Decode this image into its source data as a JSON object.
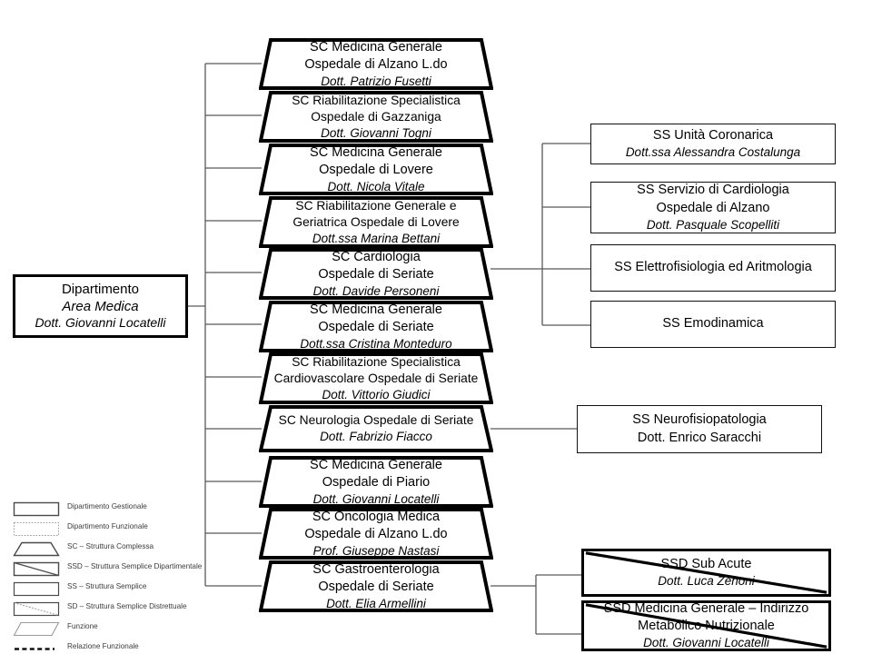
{
  "chart_title": "Dipartimento Area Medica - Organigramma",
  "colors": {
    "line": "#595959",
    "box_stroke": "#000000",
    "ss_stroke": "#111111",
    "legend_text": "#3b3b3b",
    "background": "#ffffff"
  },
  "root": {
    "line1": "Dipartimento",
    "line2": "Area Medica",
    "line3": "Dott. Giovanni Locatelli"
  },
  "sc_units": [
    {
      "id": "sc-medicina-generale-alzano",
      "line1": "SC Medicina Generale",
      "line2": "Ospedale di Alzano L.do",
      "line3": "Dott. Patrizio Fusetti"
    },
    {
      "id": "sc-riabilitazione-specialistica-gazzaniga",
      "line1": "SC Riabilitazione Specialistica",
      "line2": "Ospedale di Gazzaniga",
      "line3": "Dott. Giovanni Togni"
    },
    {
      "id": "sc-medicina-generale-lovere",
      "line1": "SC Medicina Generale",
      "line2": "Ospedale di Lovere",
      "line3": "Dott. Nicola Vitale"
    },
    {
      "id": "sc-riabilitazione-generale-geriatrica-lovere",
      "line1": "SC Riabilitazione Generale e",
      "line2": "Geriatrica Ospedale di Lovere",
      "line3": "Dott.ssa Marina Bettani"
    },
    {
      "id": "sc-cardiologia-seriate",
      "line1": "SC Cardiologia",
      "line2": "Ospedale di Seriate",
      "line3": "Dott. Davide Personeni"
    },
    {
      "id": "sc-medicina-generale-seriate",
      "line1": "SC Medicina Generale",
      "line2": "Ospedale di Seriate",
      "line3": "Dott.ssa Cristina Monteduro"
    },
    {
      "id": "sc-riabilitazione-specialistica-cardiovascolare-seriate",
      "line1": "SC Riabilitazione Specialistica",
      "line2": "Cardiovascolare Ospedale di Seriate",
      "line3": "Dott. Vittorio Giudici"
    },
    {
      "id": "sc-neurologia-seriate",
      "line1": "SC Neurologia Ospedale di Seriate",
      "line2": "",
      "line3": "Dott. Fabrizio Fiacco"
    },
    {
      "id": "sc-medicina-generale-piario",
      "line1": "SC Medicina Generale",
      "line2": "Ospedale di Piario",
      "line3": "Dott. Giovanni Locatelli"
    },
    {
      "id": "sc-oncologia-medica-alzano",
      "line1": "SC Oncologia Medica",
      "line2": "Ospedale di Alzano L.do",
      "line3": "Prof. Giuseppe Nastasi"
    },
    {
      "id": "sc-gastroenterologia-seriate",
      "line1": "SC Gastroenterologia",
      "line2": "Ospedale di Seriate",
      "line3": "Dott. Elia Armellini"
    }
  ],
  "ss_cardiologia": [
    {
      "id": "ss-unita-coronarica",
      "line1": "SS Unità Coronarica",
      "line2": "",
      "line3": "Dott.ssa Alessandra Costalunga"
    },
    {
      "id": "ss-servizio-cardiologia-alzano",
      "line1": "SS Servizio di Cardiologia",
      "line2": "Ospedale di Alzano",
      "line3": "Dott. Pasquale Scopelliti"
    },
    {
      "id": "ss-elettrofisiologia-aritmologia",
      "line1": "SS Elettrofisiologia ed Aritmologia",
      "line2": "",
      "line3": ""
    },
    {
      "id": "ss-emodinamica",
      "line1": "SS Emodinamica",
      "line2": "",
      "line3": ""
    }
  ],
  "ss_neurologia": [
    {
      "id": "ss-neurofisiopatologia",
      "line1": "SS Neurofisiopatologia",
      "line2": "Dott. Enrico Saracchi",
      "line3": ""
    }
  ],
  "ssd_units": [
    {
      "id": "ssd-sub-acute",
      "line1": "SSD Sub Acute",
      "line2": "",
      "line3": "Dott. Luca Zenoni"
    },
    {
      "id": "ssd-medicina-generale-metabolico-nutrizionale",
      "line1": "SSD Medicina Generale – Indirizzo",
      "line2": "Metabolico Nutrizionale",
      "line3": "Dott. Giovanni  Locatelli"
    }
  ],
  "legend": {
    "items": [
      {
        "glyph": "rect-solid",
        "label": "Dipartimento Gestionale"
      },
      {
        "glyph": "rect-dotted",
        "label": "Dipartimento Funzionale"
      },
      {
        "glyph": "trapezoid",
        "label": "SC – Struttura Complessa"
      },
      {
        "glyph": "rect-diagonal",
        "label": "SSD – Struttura Semplice Dipartimentale"
      },
      {
        "glyph": "rect-thin",
        "label": "SS – Struttura Semplice"
      },
      {
        "glyph": "rect-diag-dotted",
        "label": "SD – Struttura Semplice Distrettuale"
      },
      {
        "glyph": "parallelogram",
        "label": "Funzione"
      },
      {
        "glyph": "dashed-line",
        "label": "Relazione Funzionale"
      }
    ]
  }
}
